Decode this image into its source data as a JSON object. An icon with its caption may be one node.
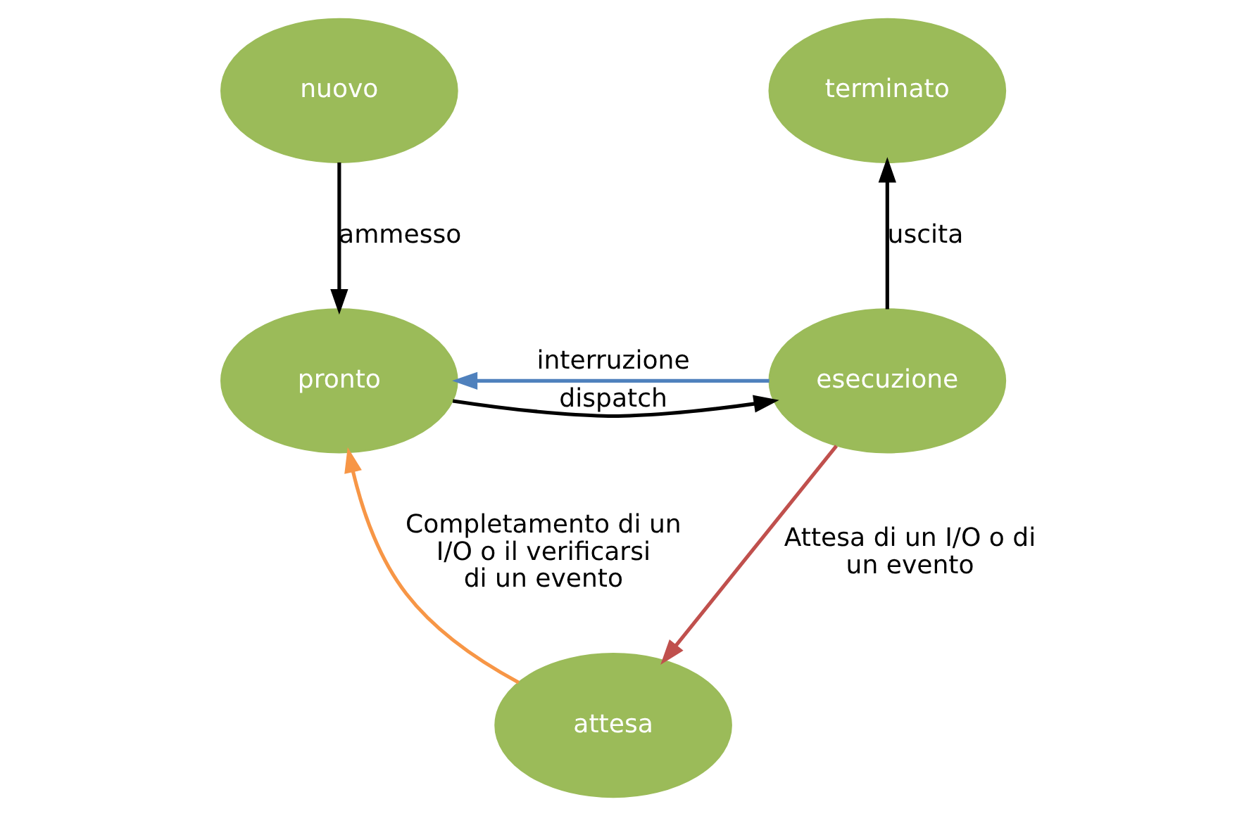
{
  "diagram": {
    "nodes": [
      {
        "text": [
          "nuovo"
        ]
      },
      {
        "text": [
          "terminato"
        ]
      },
      {
        "text": [
          "pronto"
        ]
      },
      {
        "text": [
          "esecuzione"
        ]
      },
      {
        "text": [
          "attesa"
        ]
      }
    ],
    "edges": [
      {
        "from": 0,
        "to": 2,
        "arrow": "to",
        "label": "ammesso"
      },
      {
        "from": 3,
        "to": 2,
        "arrow": "to",
        "label": "interruzione",
        "color": "#4f81bd"
      },
      {
        "from": 2,
        "to": 3,
        "arrow": "to",
        "label": "dispatch"
      },
      {
        "from": 3,
        "to": 1,
        "arrow": "to",
        "label": "uscita"
      },
      {
        "from": 3,
        "to": 4,
        "arrow": "to",
        "label": "Attesa di un I/O o di un evento",
        "color": "#c0504d"
      },
      {
        "from": 4,
        "to": 2,
        "arrow": "to",
        "label": "Completamento di un I/O o il verificarsi di un evento",
        "color": "#f79646"
      }
    ]
  }
}
